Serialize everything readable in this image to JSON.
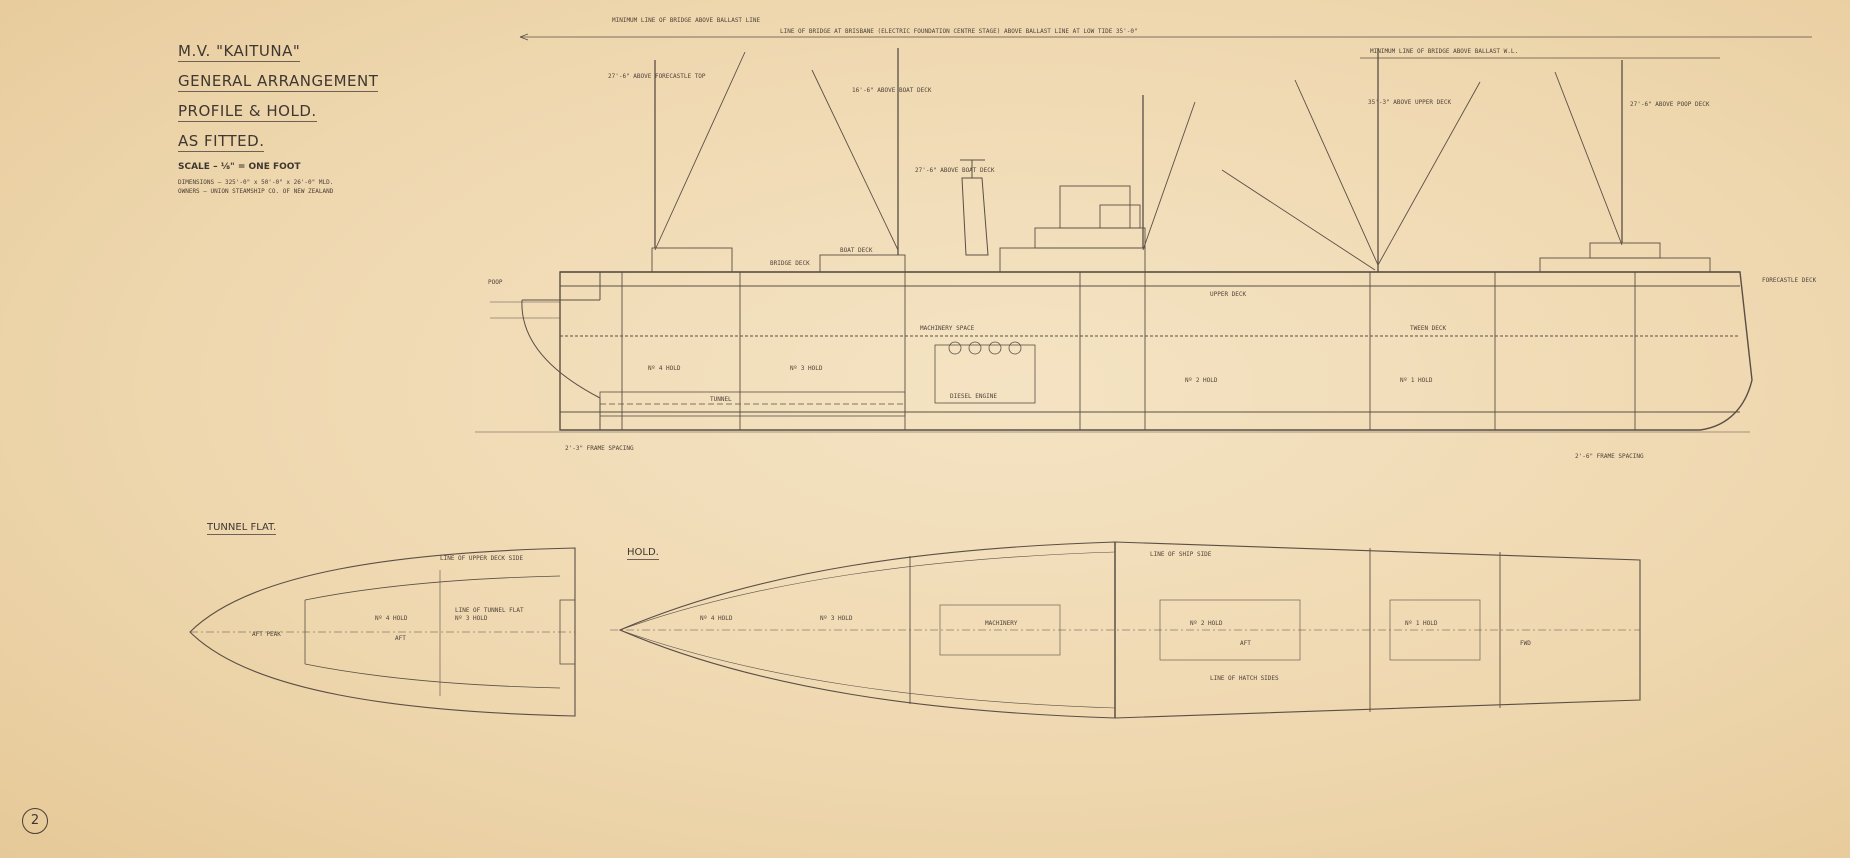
{
  "title_block": {
    "vessel": "M.V. \"KAITUNA\"",
    "line1": "GENERAL ARRANGEMENT",
    "line2": "PROFILE & HOLD.",
    "line3": "AS FITTED.",
    "scale": "SCALE – ⅛\" = ONE FOOT",
    "dimensions": "DIMENSIONS – 325'-0\" x 50'-0\" x 26'-0\" MLD.",
    "owner": "OWNERS – UNION STEAMSHIP CO. OF NEW ZEALAND"
  },
  "views": {
    "tunnel_flat": "TUNNEL FLAT.",
    "hold": "HOLD."
  },
  "sheet_number": "2",
  "profile_labels": {
    "bridge_line": "LINE OF BRIDGE AT BRISBANE (ELECTRIC FOUNDATION CENTRE STAGE) ABOVE BALLAST LINE AT LOW TIDE 35'-0\"",
    "top_line": "MINIMUM LINE OF BRIDGE ABOVE BALLAST LINE",
    "right_line": "MINIMUM LINE OF BRIDGE ABOVE BALLAST W.L.",
    "fore_mast": "27'-6\" ABOVE FORECASTLE TOP",
    "main_mast": "16'-6\" ABOVE BOAT DECK",
    "mizzen_mast": "35'-3\" ABOVE UPPER DECK",
    "aft_mast": "27'-6\" ABOVE POOP DECK",
    "funnel": "27'-6\" ABOVE BOAT DECK",
    "hold_no1": "Nº 1 HOLD",
    "hold_no2": "Nº 2 HOLD",
    "hold_no3": "Nº 3 HOLD",
    "hold_no4": "Nº 4 HOLD",
    "machinery": "MACHINERY SPACE",
    "engine": "DIESEL ENGINE",
    "tunnel": "TUNNEL",
    "frame_spacing_aft": "2'-3\" FRAME SPACING",
    "frame_spacing_fwd": "2'-6\" FRAME SPACING",
    "bridge_deck": "BRIDGE DECK",
    "upper_deck": "UPPER DECK",
    "tween_deck": "TWEEN DECK",
    "boat_deck": "BOAT DECK",
    "poop": "POOP",
    "forecastle": "FORECASTLE DECK"
  },
  "hold_labels": {
    "no1_hold": "Nº 1 HOLD",
    "no2_hold": "Nº 2 HOLD",
    "no3_hold": "Nº 3 HOLD",
    "no4_hold": "Nº 4 HOLD",
    "machinery": "MACHINERY",
    "aft": "AFT",
    "fwd": "FWD",
    "tunnel_no3": "Nº 3 HOLD",
    "tunnel_no4": "Nº 4 HOLD",
    "aft_peak": "AFT PEAK",
    "ship_side": "LINE OF SHIP SIDE",
    "tunnel_flat_line": "LINE OF TUNNEL FLAT",
    "upper_deck_side": "LINE OF UPPER DECK SIDE",
    "hatch_sides": "LINE OF HATCH SIDES"
  }
}
